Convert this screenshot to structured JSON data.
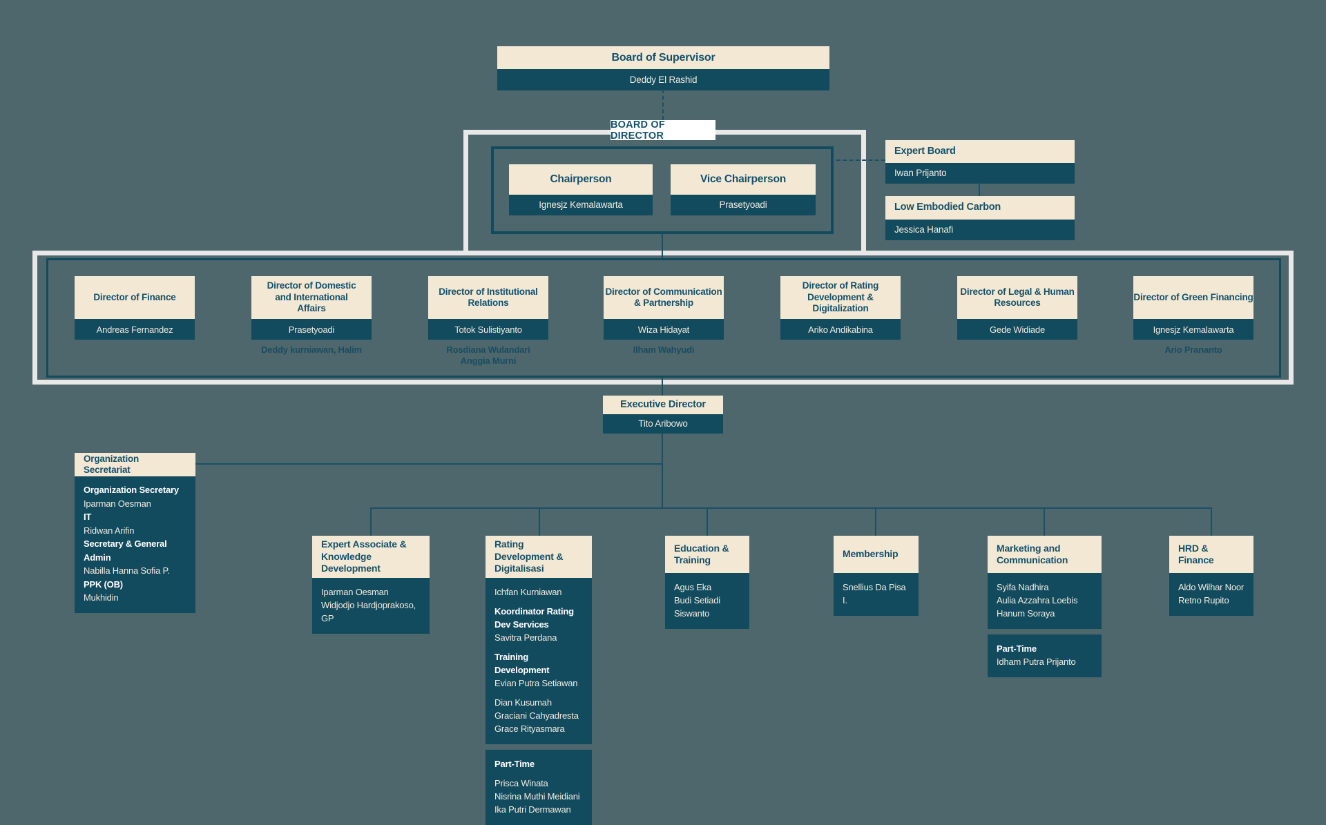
{
  "colors": {
    "background": "#4e676d",
    "cream": "#f2e8d3",
    "dark_teal": "#124a5e",
    "title_text": "#15516b",
    "name_text": "#f2ecdf",
    "line": "#1b5064",
    "white_border": "#e8e8e9"
  },
  "board_of_supervisor": {
    "title": "Board of Supervisor",
    "name": "Deddy El Rashid"
  },
  "board_of_director_label": "BOARD OF DIRECTOR",
  "board": {
    "chairperson": {
      "title": "Chairperson",
      "name": "Ignesjz Kemalawarta"
    },
    "vice_chairperson": {
      "title": "Vice Chairperson",
      "name": "Prasetyoadi"
    }
  },
  "expert_board": {
    "title": "Expert Board",
    "name": "Iwan Prijanto"
  },
  "low_embodied_carbon": {
    "title": "Low Embodied Carbon",
    "name": "Jessica Hanafi"
  },
  "directors": [
    {
      "title": "Director of Finance",
      "name": "Andreas Fernandez",
      "sub": []
    },
    {
      "title": "Director of Domestic\nand International\nAffairs",
      "name": "Prasetyoadi",
      "sub": [
        "Deddy kurniawan, Halim"
      ]
    },
    {
      "title": "Director of Institutional\nRelations",
      "name": "Totok Sulistiyanto",
      "sub": [
        "Rosdiana Wulandari",
        "Anggia Murni"
      ]
    },
    {
      "title": "Director of Communication\n& Partnership",
      "name": "Wiza Hidayat",
      "sub": [
        "Ilham Wahyudi"
      ]
    },
    {
      "title": "Director of Rating\nDevelopment &\nDigitalization",
      "name": "Ariko Andikabina",
      "sub": []
    },
    {
      "title": "Director of Legal & Human\nResources",
      "name": "Gede Widiade",
      "sub": []
    },
    {
      "title": "Director of Green Financing",
      "name": "Ignesjz Kemalawarta",
      "sub": [
        "Ario Prananto"
      ]
    }
  ],
  "executive_director": {
    "title": "Executive Director",
    "name": "Tito Aribowo"
  },
  "organization_secretariat": {
    "title": "Organization Secretariat",
    "entries": [
      {
        "role": "Organization Secretary",
        "name": "Iparman Oesman"
      },
      {
        "role": "IT",
        "name": "Ridwan Arifin"
      },
      {
        "role": "Secretary & General Admin",
        "name": "Nabilla Hanna Sofia P."
      },
      {
        "role": "PPK (OB)",
        "name": "Mukhidin"
      }
    ]
  },
  "departments": [
    {
      "title": "Expert Associate &\nKnowledge Development",
      "blocks": [
        {
          "lines": [
            {
              "t": "Iparman Oesman"
            },
            {
              "t": "Widjodjo Hardjoprakoso, GP"
            }
          ]
        }
      ]
    },
    {
      "title": "Rating Development &\nDigitalisasi",
      "blocks": [
        {
          "lines": [
            {
              "t": "Ichfan Kurniawan"
            },
            {
              "t": ""
            },
            {
              "t": "Koordinator Rating",
              "b": true
            },
            {
              "t": "Dev Services",
              "b": true
            },
            {
              "t": "Savitra Perdana"
            },
            {
              "t": ""
            },
            {
              "t": "Training Development",
              "b": true
            },
            {
              "t": "Evian Putra Setiawan"
            },
            {
              "t": ""
            },
            {
              "t": "Dian Kusumah"
            },
            {
              "t": "Graciani Cahyadresta"
            },
            {
              "t": "Grace Rityasmara"
            }
          ]
        },
        {
          "lines": [
            {
              "t": "Part-Time",
              "b": true
            },
            {
              "t": ""
            },
            {
              "t": "Prisca Winata"
            },
            {
              "t": "Nisrina Muthi Meidiani"
            },
            {
              "t": "Ika Putri Dermawan"
            }
          ]
        }
      ]
    },
    {
      "title": "Education &\nTraining",
      "blocks": [
        {
          "lines": [
            {
              "t": "Agus Eka"
            },
            {
              "t": "Budi Setiadi"
            },
            {
              "t": "Siswanto"
            }
          ]
        }
      ]
    },
    {
      "title": "Membership",
      "blocks": [
        {
          "lines": [
            {
              "t": "Snellius Da Pisa I."
            }
          ]
        }
      ]
    },
    {
      "title": "Marketing and\nCommunication",
      "blocks": [
        {
          "lines": [
            {
              "t": "Syifa Nadhira"
            },
            {
              "t": "Aulia Azzahra Loebis"
            },
            {
              "t": "Hanum Soraya"
            }
          ]
        },
        {
          "lines": [
            {
              "t": "Part-Time",
              "b": true
            },
            {
              "t": "Idham Putra Prijanto"
            }
          ]
        }
      ]
    },
    {
      "title": "HRD & Finance",
      "blocks": [
        {
          "lines": [
            {
              "t": "Aldo Wilhar Noor"
            },
            {
              "t": "Retno Rupito"
            }
          ]
        }
      ]
    }
  ]
}
